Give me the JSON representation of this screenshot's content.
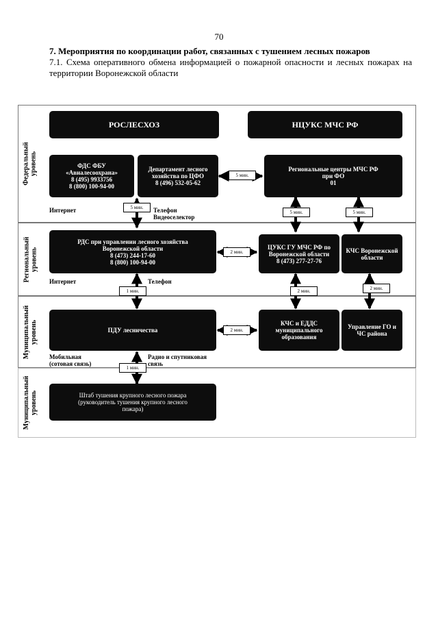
{
  "page": {
    "number": "70",
    "heading": "7. Мероприятия по координации работ, связанных с тушением лесных пожаров",
    "subheading": "7.1. Схема оперативного обмена информацией о пожарной опасности и лесных пожарах на территории Воронежской области"
  },
  "levels": {
    "federal": "Федеральный\nуровень",
    "regional": "Региональный\nуровень",
    "municipal1": "Муниципальный\nуровень",
    "municipal2": "Муниципальный\nуровень"
  },
  "blocks": {
    "roslesxoz": "РОСЛЕСХОЗ",
    "ncuks": "НЦУКС МЧС РФ",
    "fds": "ФДС ФБУ\n«Авиалесоохрана»\n8 (495) 9933756\n8 (800) 100-94-00",
    "dept": "Департамент лесного\nхозяйства по ЦФО\n8 (496) 532-05-62",
    "regional_centers": "Региональные центры МЧС РФ\nпри ФО\n01",
    "rds": "РДС при управлении лесного хозяйства\nВоронежской области\n8 (473) 244-17-60\n8 (800) 100-94-00",
    "cuks": "ЦУКС ГУ МЧС РФ по\nВоронежской области\n8 (473) 277-27-76",
    "kchs_vrn": "КЧС Воронежской\nобласти",
    "pdu": "ПДУ лесничества",
    "kchs_edds": "КЧС и ЕДДС\nмуниципального\nобразования",
    "upr_go": "Управление ГО и\nЧС района",
    "shtab": "Штаб тушения крупного лесного пожара\n(руководитель тушения крупного лесного\nпожара)"
  },
  "labels": {
    "internet1": "Интернет",
    "phone1": "Телефон\nВидеоселектор",
    "internet2": "Интернет",
    "phone2": "Телефон",
    "mobile": "Мобильная\n(сотовая связь)",
    "radio": "Радио и спутниковая\nсвязь"
  },
  "times": {
    "t1": "5 мин.",
    "t2": "5 мин.",
    "t3": "5 мин.",
    "t4": "5 мин.",
    "t5": "2 мин.",
    "t6": "1 мин.",
    "t7": "2 мин.",
    "t8": "2 мин.",
    "t9": "2 мин.",
    "t10": "1 мин."
  }
}
